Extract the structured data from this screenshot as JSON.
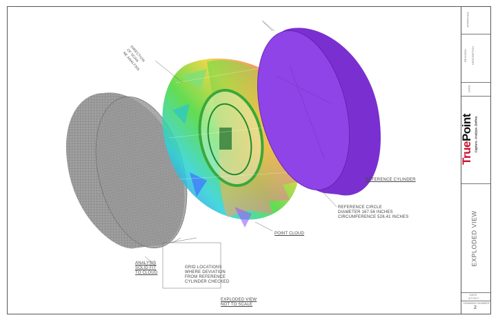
{
  "annotations": {
    "direction": [
      "DIRECTION",
      "OF SCAN",
      "NE ANALYSIS"
    ],
    "reference_cylinder": "REFERENCE CYLINDER",
    "reference_circle": [
      "REFERENCE CIRCLE",
      "DIAMETER 167.56 INCHES",
      "CIRCUMFERENCE 526.41 INCHES"
    ],
    "point_cloud": "POINT CLOUD",
    "analysis_solid": [
      "ANALYSIS",
      "SOLID FIT",
      "TO CLOUD"
    ],
    "grid_locations": [
      "GRID LOCATIONS",
      "WHERE DEVIATION",
      "FROM REFERENCE",
      "CYLINDER CHECKED"
    ],
    "exploded_view_note": [
      "EXPLODED VIEW",
      "NOT TO SCALE"
    ]
  },
  "title_block": {
    "approved_label": "APPROVED",
    "revision_label": "REVISION",
    "description_label": "DESCRIPTION",
    "date_label": "DATE",
    "logo_true": "True",
    "logo_point": "Point",
    "tagline": "Capture. Analyze. Define.",
    "view_title": "EXPLODED VIEW",
    "date_small_label": "DATE",
    "date_value": "4/7/2017",
    "drawing_number_label": "DRAWING NUMBER",
    "sheet_number": "2"
  },
  "colors": {
    "cylinder_purple": "#8a3ee0",
    "disc_gray": "#9a9a9a",
    "brand_red": "#c8102e"
  }
}
